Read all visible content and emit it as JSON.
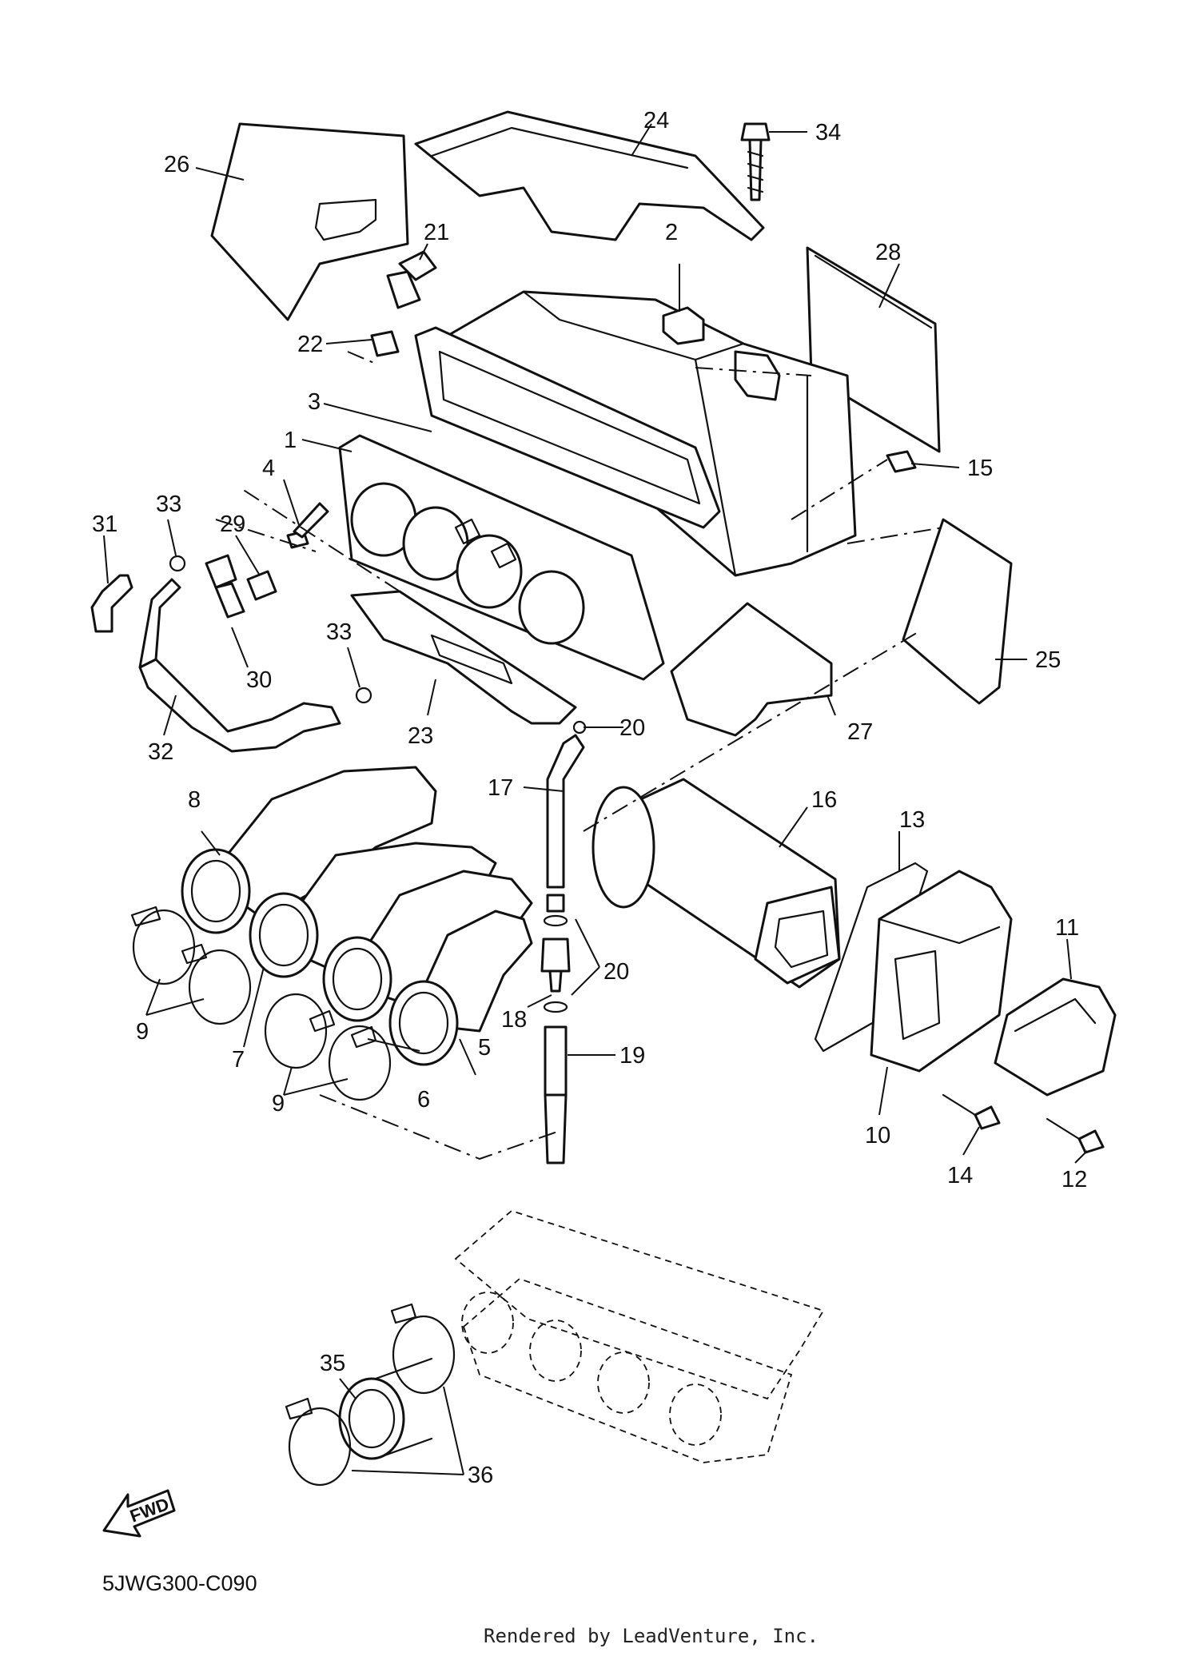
{
  "diagram_code": "5JWG300-C090",
  "credit": "Rendered by LeadVenture, Inc.",
  "fwd_label": "FWD",
  "callouts": [
    "1",
    "2",
    "3",
    "4",
    "5",
    "6",
    "7",
    "8",
    "9",
    "9",
    "10",
    "11",
    "12",
    "13",
    "14",
    "15",
    "16",
    "17",
    "18",
    "19",
    "20",
    "20",
    "21",
    "22",
    "23",
    "24",
    "25",
    "26",
    "27",
    "28",
    "29",
    "30",
    "31",
    "32",
    "33",
    "33",
    "34",
    "35",
    "36"
  ]
}
